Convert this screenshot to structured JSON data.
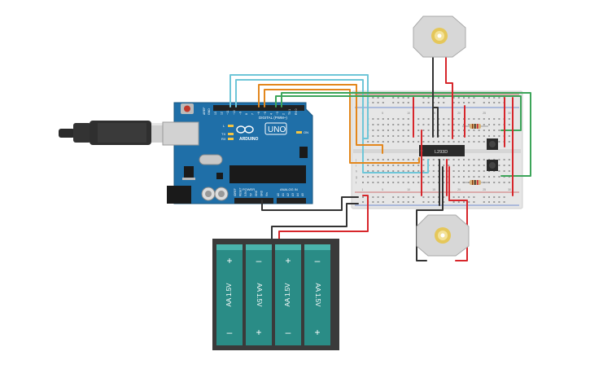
{
  "arduino": {
    "brand": "UNO",
    "logo_text": "ARDUINO",
    "digital_label": "DIGITAL (PWM~)",
    "power_label": "POWER",
    "analog_label": "ANALOG IN",
    "aref_label": "AREF",
    "gnd_label": "GND",
    "led_labels": [
      "L",
      "TX",
      "RX"
    ],
    "on_label": "ON",
    "pin_numbers": [
      "13",
      "12",
      "~11",
      "~10",
      "~9",
      "8",
      "7",
      "~6",
      "~5",
      "4",
      "~3",
      "2",
      "TX 1",
      "RX 0"
    ],
    "power_pins": [
      "IOREF",
      "RESET",
      "3.3V",
      "5V",
      "GND",
      "GND",
      "Vin"
    ],
    "analog_pins": [
      "A0",
      "A1",
      "A2",
      "A3",
      "A4",
      "A5"
    ]
  },
  "breadboard": {
    "chip_label": "L293D",
    "column_numbers": [
      "1",
      "5",
      "10",
      "15",
      "20",
      "25",
      "30"
    ],
    "row_letters": [
      "a",
      "b",
      "c",
      "d",
      "e",
      "f",
      "g",
      "h",
      "i",
      "j"
    ]
  },
  "battery_pack": {
    "cells": [
      {
        "plus_top": "+",
        "minus_bottom": "–",
        "label": "AA 1.5V"
      },
      {
        "plus_top": "–",
        "minus_bottom": "+",
        "label": "AA 1.5V"
      },
      {
        "plus_top": "+",
        "minus_bottom": "–",
        "label": "AA 1.5V"
      },
      {
        "plus_top": "–",
        "minus_bottom": "+",
        "label": "AA 1.5V"
      }
    ]
  },
  "colors": {
    "arduino_board": "#1f6fa8",
    "breadboard": "#e6e6e6",
    "battery_cell": "#2a8c86",
    "battery_case": "#3a3a3a",
    "wire_cyan": "#6fc6d8",
    "wire_orange": "#e3871d",
    "wire_green": "#3da55a",
    "wire_red": "#d7262b",
    "wire_black": "#333333"
  }
}
